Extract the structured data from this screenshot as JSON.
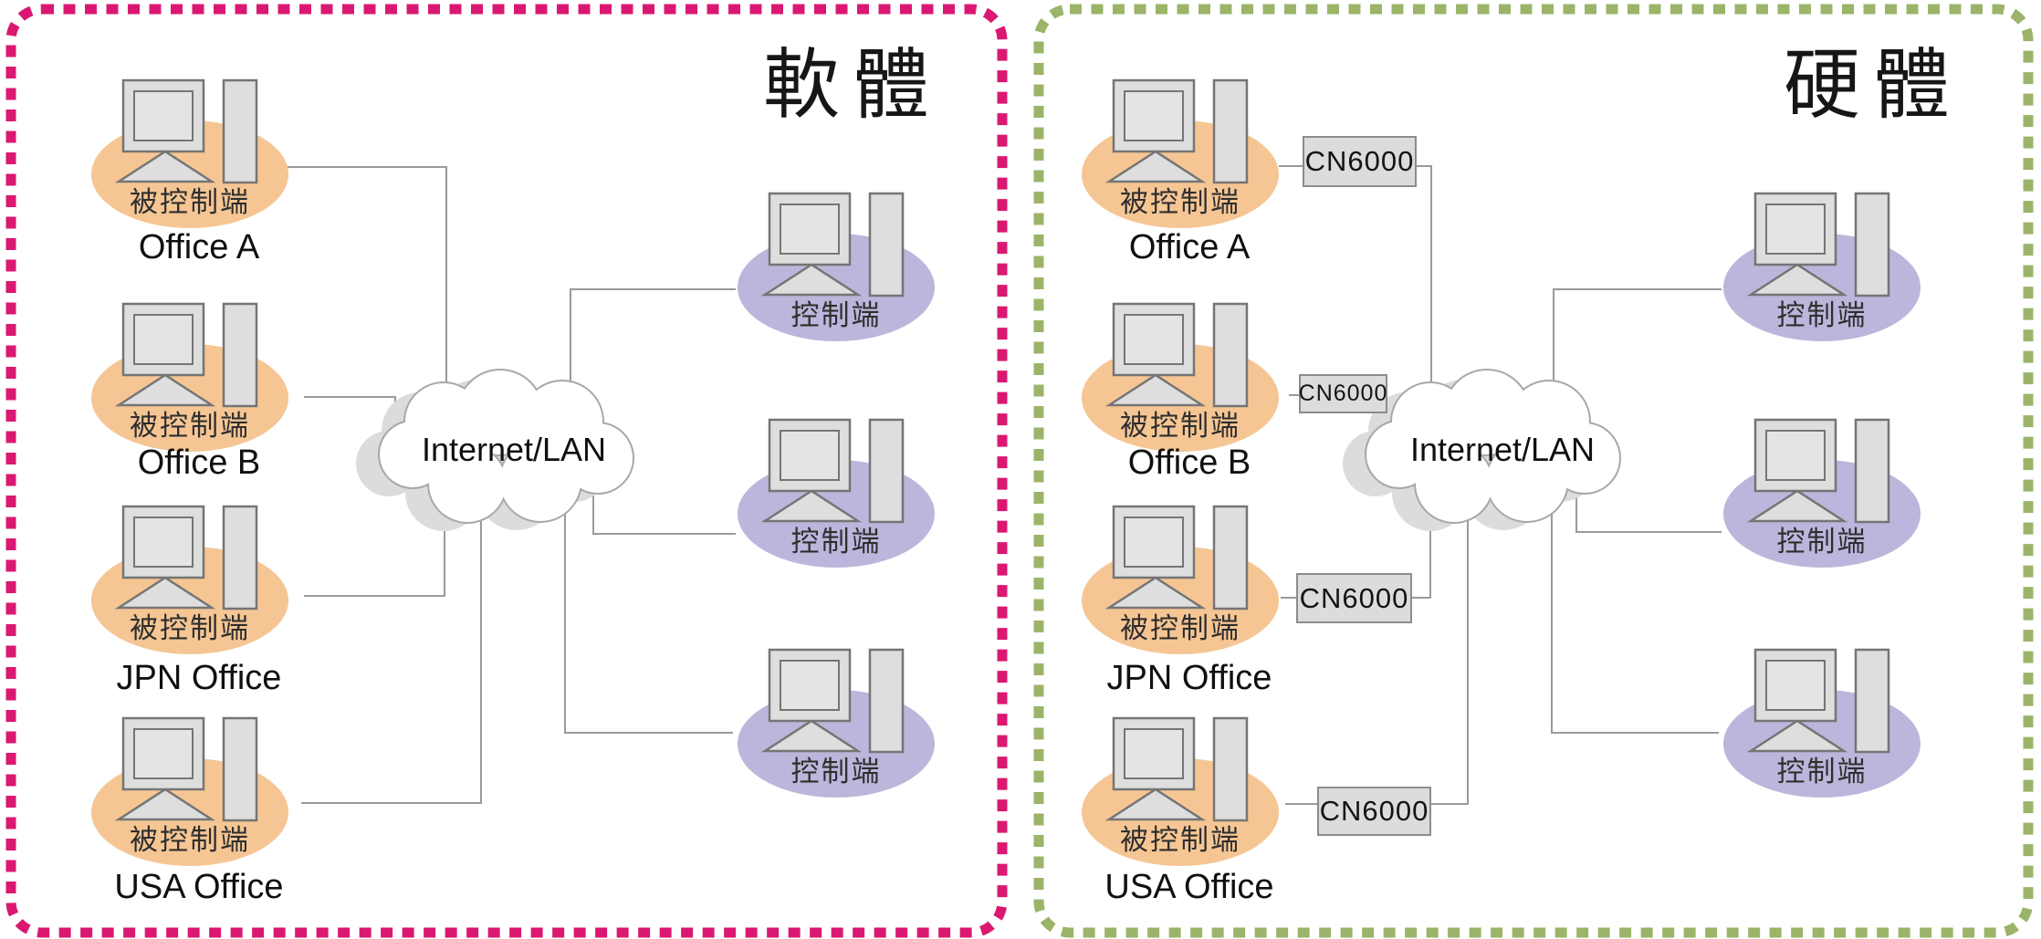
{
  "panels": [
    {
      "id": "software",
      "title": "軟體",
      "border_color": "#DA1871",
      "cloud_label": "Internet/LAN",
      "clients": [
        {
          "office": "Office A",
          "zone": "被控制端"
        },
        {
          "office": "Office B",
          "zone": "被控制端"
        },
        {
          "office": "JPN Office",
          "zone": "被控制端"
        },
        {
          "office": "USA Office",
          "zone": "被控制端"
        }
      ],
      "controllers": [
        {
          "zone": "控制端"
        },
        {
          "zone": "控制端"
        },
        {
          "zone": "控制端"
        }
      ]
    },
    {
      "id": "hardware",
      "title": "硬體",
      "border_color": "#9BB469",
      "cloud_label": "Internet/LAN",
      "clients": [
        {
          "office": "Office A",
          "zone": "被控制端"
        },
        {
          "office": "Office B",
          "zone": "被控制端"
        },
        {
          "office": "JPN Office",
          "zone": "被控制端"
        },
        {
          "office": "USA Office",
          "zone": "被控制端"
        }
      ],
      "devices": [
        {
          "label": "CN6000"
        },
        {
          "label": "CN6000"
        },
        {
          "label": "CN6000"
        },
        {
          "label": "CN6000"
        }
      ],
      "controllers": [
        {
          "zone": "控制端"
        },
        {
          "zone": "控制端"
        },
        {
          "zone": "控制端"
        }
      ]
    }
  ],
  "colors": {
    "client_node": "#F5C694",
    "controller_node": "#BDB5DB",
    "software_border": "#DA1871",
    "hardware_border": "#9BB469",
    "connector_line": "#9A9A9A",
    "device_fill": "#DCDCDC",
    "cloud_shadow": "#DCDCDC",
    "shape_fill": "#DEDEDE"
  }
}
